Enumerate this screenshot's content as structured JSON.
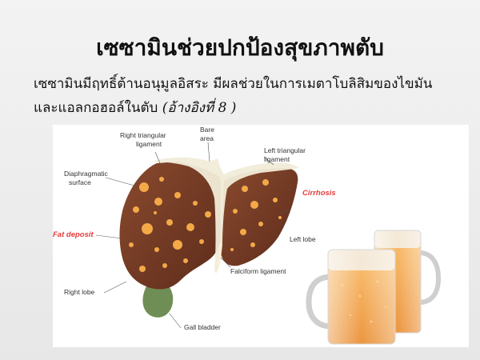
{
  "slide": {
    "title": "เซซามินช่วยปกป้องสุขภาพตับ",
    "body_line1": "เซซามินมีฤทธิ์ต้านอนุมูลอิสระ มีผลช่วยในการเมตาโบลิสิมของไขมัน",
    "body_line2_prefix": "และแอลกอฮอล์ในตับ ",
    "body_line2_ref": "(อ้างอิงที่ 8 )"
  },
  "figure": {
    "labels": {
      "right_triangular_1": "Right triangular",
      "right_triangular_2": "ligament",
      "bare_1": "Bare",
      "bare_2": "area",
      "left_triangular_1": "Left triangular",
      "left_triangular_2": "ligament",
      "diaphragmatic_1": "Diaphragmatic",
      "diaphragmatic_2": "surface",
      "cirrhosis": "Cirrhosis",
      "fat_deposit": "Fat deposit",
      "left_lobe": "Left lobe",
      "falciform": "Falciform ligament",
      "right_lobe": "Right lobe",
      "gall_bladder": "Gall bladder"
    },
    "colors": {
      "liver": "#7a3d26",
      "fat": "#f3a948",
      "ligament": "#f1ecd8",
      "gallbladder": "#6f8e55",
      "beer": "#f39a3a",
      "highlight": "#e53d3d"
    }
  }
}
